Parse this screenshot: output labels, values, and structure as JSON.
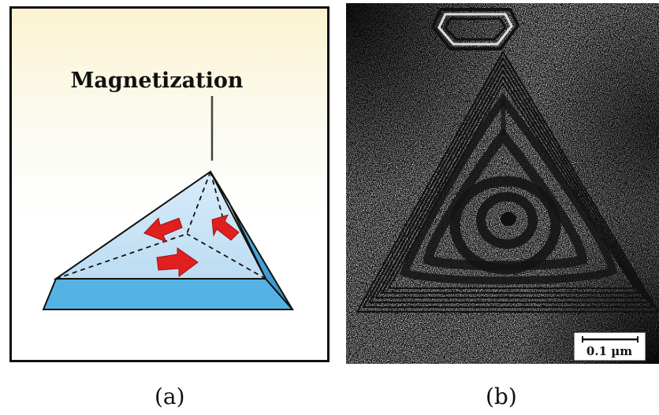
{
  "figure": {
    "panel_a": {
      "label": "Magnetization",
      "caption": "(a)"
    },
    "panel_b": {
      "scale_bar": "0.1 µm",
      "caption": "(b)"
    }
  },
  "colors": {
    "prism_top": "#cfe5f5",
    "prism_side": "#5aaee0",
    "prism_front": "#5cb8ea",
    "arrows": "#e02020",
    "panel_bg_top": "#fbf3cf"
  }
}
